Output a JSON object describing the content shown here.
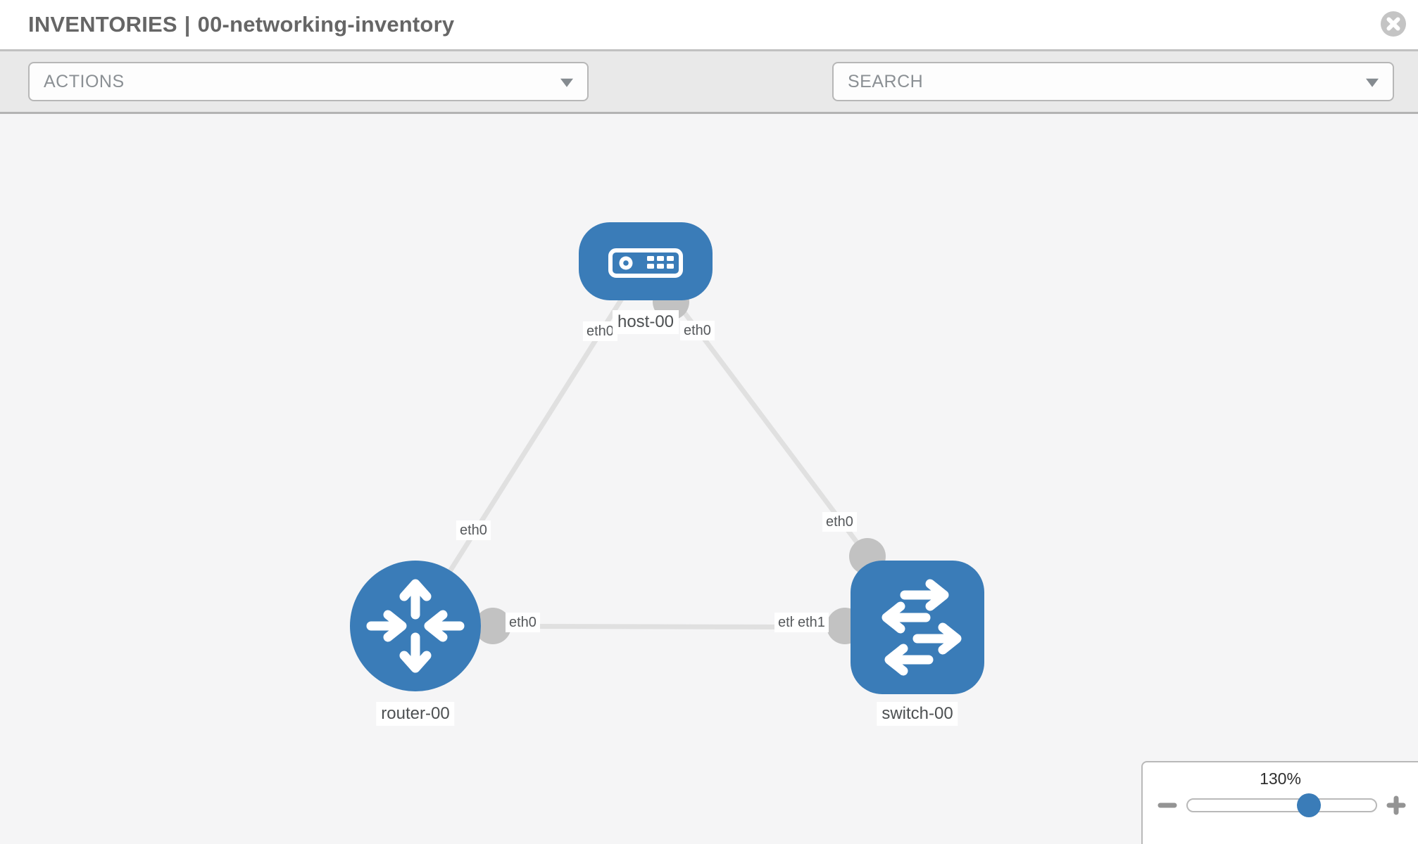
{
  "header": {
    "section": "INVENTORIES",
    "separator": "|",
    "inventory_name": "00-networking-inventory"
  },
  "toolbar": {
    "actions_label": "ACTIONS",
    "search_label": "SEARCH"
  },
  "topology": {
    "nodes": [
      {
        "id": "host-00",
        "label": "host-00",
        "type": "host"
      },
      {
        "id": "router-00",
        "label": "router-00",
        "type": "router"
      },
      {
        "id": "switch-00",
        "label": "switch-00",
        "type": "switch"
      }
    ],
    "links": [
      {
        "from": "host-00",
        "from_interface": "eth0",
        "to": "router-00",
        "to_interface": "eth0"
      },
      {
        "from": "host-00",
        "from_interface": "eth0",
        "to": "switch-00",
        "to_interface": "eth0"
      },
      {
        "from": "router-00",
        "from_interface": "eth0",
        "to": "switch-00",
        "to_interface": "eth1",
        "overlapped_label": "eth0"
      }
    ]
  },
  "zoom_control": {
    "level": "130%"
  },
  "colors": {
    "node_blue": "#3a7cb8",
    "link_gray": "#e0e0e0",
    "stub_gray": "#c2c2c2",
    "icon_gray": "#7b8187"
  }
}
